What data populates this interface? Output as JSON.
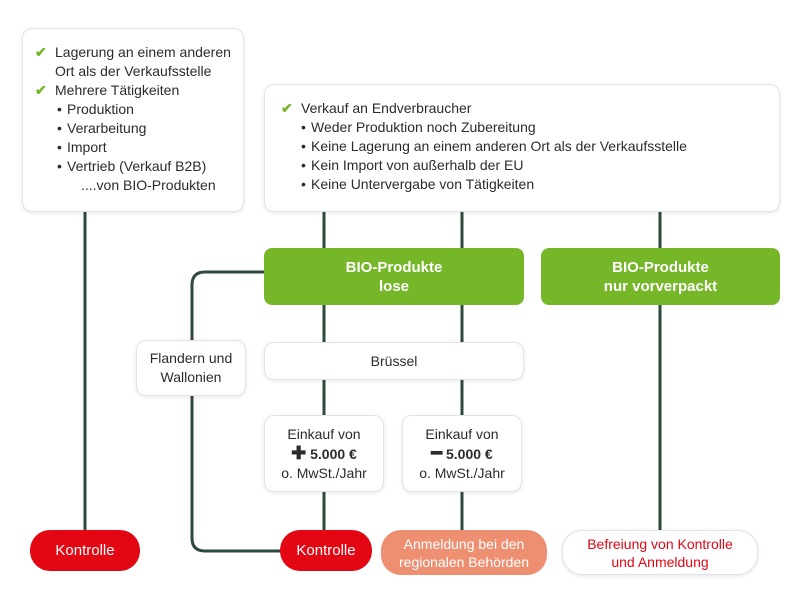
{
  "colors": {
    "line": "#2e4a3a",
    "green": "#76b72a",
    "red": "#e30613",
    "salmon": "#ef8f72"
  },
  "left_box": {
    "lines": [
      {
        "type": "check",
        "text": "Lagerung an einem anderen"
      },
      {
        "type": "plain",
        "text": "Ort als der Verkaufsstelle"
      },
      {
        "type": "check",
        "text": "Mehrere Tätigkeiten"
      },
      {
        "type": "bullet",
        "text": "Produktion"
      },
      {
        "type": "bullet",
        "text": "Verarbeitung"
      },
      {
        "type": "bullet",
        "text": "Import"
      },
      {
        "type": "bullet",
        "text": "Vertrieb (Verkauf B2B)"
      },
      {
        "type": "sub",
        "text": "....von BIO-Produkten"
      }
    ]
  },
  "right_box": {
    "lines": [
      {
        "type": "check",
        "text": "Verkauf an Endverbraucher"
      },
      {
        "type": "bullet",
        "text": "Weder Produktion noch Zubereitung"
      },
      {
        "type": "bullet",
        "text": "Keine Lagerung an einem anderen Ort als der Verkaufsstelle"
      },
      {
        "type": "bullet",
        "text": "Kein Import von außerhalb der EU"
      },
      {
        "type": "bullet",
        "text": "Keine Untervergabe von Tätigkeiten"
      }
    ]
  },
  "bio_lose": {
    "line1": "BIO-Produkte",
    "line2": "lose"
  },
  "bio_vorverpackt": {
    "line1": "BIO-Produkte",
    "line2": "nur vorverpackt"
  },
  "flandern": {
    "line1": "Flandern und",
    "line2": "Wallonien"
  },
  "bruessel": {
    "label": "Brüssel"
  },
  "einkauf_plus": {
    "line1": "Einkauf von",
    "sign": "✚",
    "amount": "5.000 €",
    "line3": "o. MwSt./Jahr"
  },
  "einkauf_minus": {
    "line1": "Einkauf von",
    "sign": "━",
    "amount": "5.000 €",
    "line3": "o. MwSt./Jahr"
  },
  "kontrolle_left": {
    "label": "Kontrolle"
  },
  "kontrolle_mid": {
    "label": "Kontrolle"
  },
  "anmeldung": {
    "line1": "Anmeldung bei den",
    "line2": "regionalen Behörden"
  },
  "befreiung": {
    "line1": "Befreiung von Kontrolle",
    "line2": "und Anmeldung"
  }
}
